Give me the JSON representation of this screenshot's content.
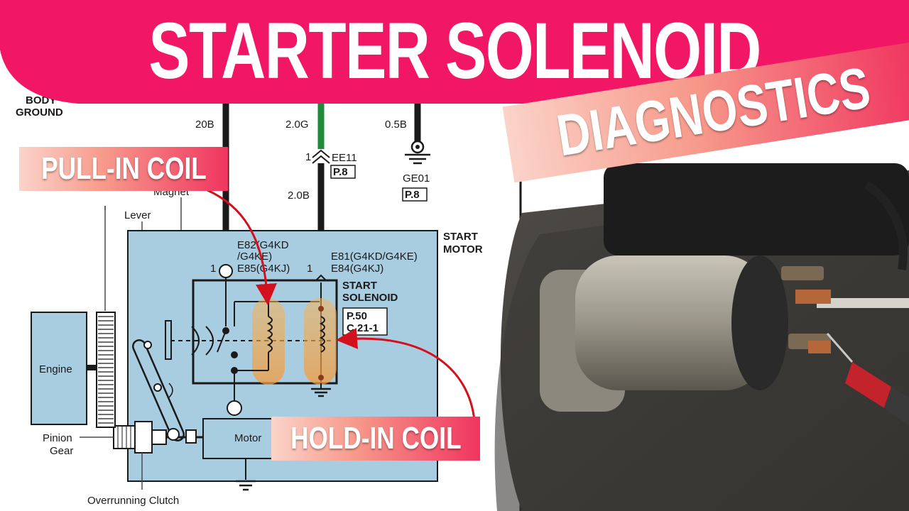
{
  "banner": {
    "title": "STARTER SOLENOID",
    "subtitle": "DIAGNOSTICS",
    "color": "#f21764"
  },
  "callouts": {
    "pull_in": "PULL-IN COIL",
    "hold_in": "HOLD-IN COIL"
  },
  "diagram": {
    "body_ground": "BODY",
    "ground": "GROUND",
    "wire_20b": "20B",
    "wire_20g": "2.0G",
    "wire_05b": "0.5B",
    "wire_20b_2": "2.0B",
    "ee11_pin": "1",
    "ee11": "EE11",
    "p8_a": "P.8",
    "ge01": "GE01",
    "p8_b": "P.8",
    "magnet": "Magnet",
    "lever": "Lever",
    "start_motor_1": "START",
    "start_motor_2": "MOTOR",
    "e82": "E82(G4KD",
    "e82b": "/G4KE)",
    "e85": "E85(G4KJ)",
    "pin_left": "1",
    "pin_right": "1",
    "e81": "E81(G4KD/G4KE)",
    "e84": "E84(G4KJ)",
    "start_solenoid_1": "START",
    "start_solenoid_2": "SOLENOID",
    "p50": "P.50",
    "c211": "C.21-1",
    "engine": "Engine",
    "pinion": "Pinion",
    "gear": "Gear",
    "motor": "Motor",
    "overrunning_clutch": "Overrunning Clutch",
    "panel_color": "#a9cde0",
    "accent_orange": "#f4b45a",
    "arrow_red": "#d3101e"
  },
  "photo": {
    "subject": "starter-motor-with-multimeter-probe"
  }
}
